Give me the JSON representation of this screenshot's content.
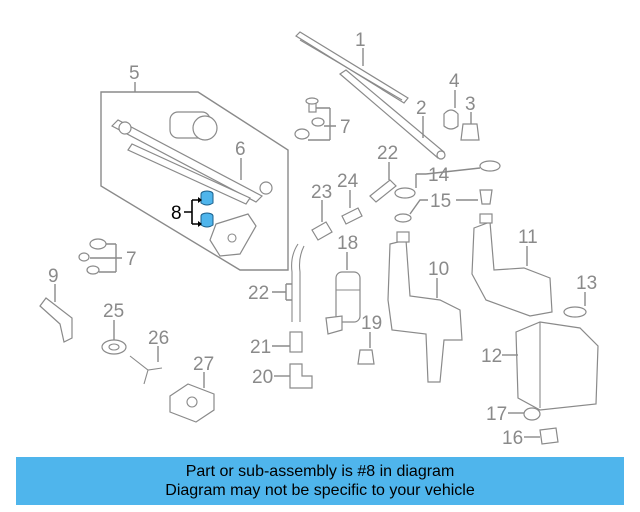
{
  "diagram": {
    "highlighted_part": "8",
    "callouts": {
      "c1": "1",
      "c2": "2",
      "c3": "3",
      "c4": "4",
      "c5": "5",
      "c6": "6",
      "c7a": "7",
      "c7b": "7",
      "c8": "8",
      "c9": "9",
      "c10": "10",
      "c11": "11",
      "c12": "12",
      "c13": "13",
      "c14": "14",
      "c15": "15",
      "c16": "16",
      "c17": "17",
      "c18": "18",
      "c19": "19",
      "c20": "20",
      "c21": "21",
      "c22a": "22",
      "c22b": "22",
      "c23": "23",
      "c24": "24",
      "c25": "25",
      "c26": "26",
      "c27": "27"
    },
    "colors": {
      "line": "#8a8a8a",
      "highlight_part": "#4fb5ec",
      "banner": "#4fb5ec"
    }
  },
  "banner": {
    "line1": "Part or sub-assembly is #8 in diagram",
    "line2": "Diagram may not be specific to your vehicle"
  }
}
